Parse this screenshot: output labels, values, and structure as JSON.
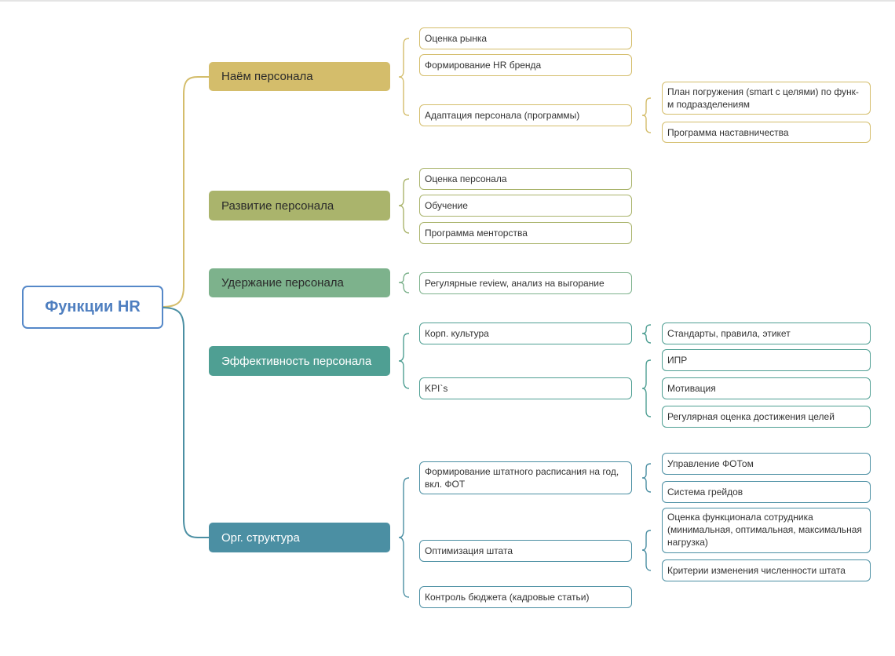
{
  "diagram": {
    "root": {
      "label": "Функции HR"
    },
    "colors": {
      "yellow": "#d4bd6b",
      "olive": "#aab46c",
      "green": "#7db28c",
      "teal": "#4f9f93",
      "blue": "#4b8fa3",
      "rootBorder": "#5588c8"
    },
    "branches": [
      {
        "label": "Наём персонала",
        "children": [
          {
            "label": "Оценка рынка"
          },
          {
            "label": "Формирование HR бренда"
          },
          {
            "label": "Адаптация персонала (программы)",
            "children": [
              {
                "label": "План погружения (smart  с целями) по функ-м подразделениям"
              },
              {
                "label": "Программа наставничества"
              }
            ]
          }
        ]
      },
      {
        "label": "Развитие персонала",
        "children": [
          {
            "label": "Оценка персонала"
          },
          {
            "label": "Обучение"
          },
          {
            "label": "Программа менторства"
          }
        ]
      },
      {
        "label": "Удержание персонала",
        "children": [
          {
            "label": "Регулярные review, анализ на выгорание"
          }
        ]
      },
      {
        "label": "Эффективность персонала",
        "children": [
          {
            "label": "Корп. культура",
            "children": [
              {
                "label": "Стандарты, правила, этикет"
              }
            ]
          },
          {
            "label": "KPI`s",
            "children": [
              {
                "label": "ИПР"
              },
              {
                "label": "Мотивация"
              },
              {
                "label": "Регулярная оценка достижения целей"
              }
            ]
          }
        ]
      },
      {
        "label": "Орг. структура",
        "children": [
          {
            "label": "Формирование штатного расписания на год, вкл. ФОТ",
            "children": [
              {
                "label": "Управление ФОТом"
              },
              {
                "label": "Система грейдов"
              }
            ]
          },
          {
            "label": "Оптимизация штата",
            "children": [
              {
                "label": "Оценка функционала сотрудника (минимальная, оптимальная, максимальная нагрузка)"
              },
              {
                "label": "Критерии изменения численности штата"
              }
            ]
          },
          {
            "label": "Контроль бюджета (кадровые статьи)"
          }
        ]
      }
    ]
  }
}
